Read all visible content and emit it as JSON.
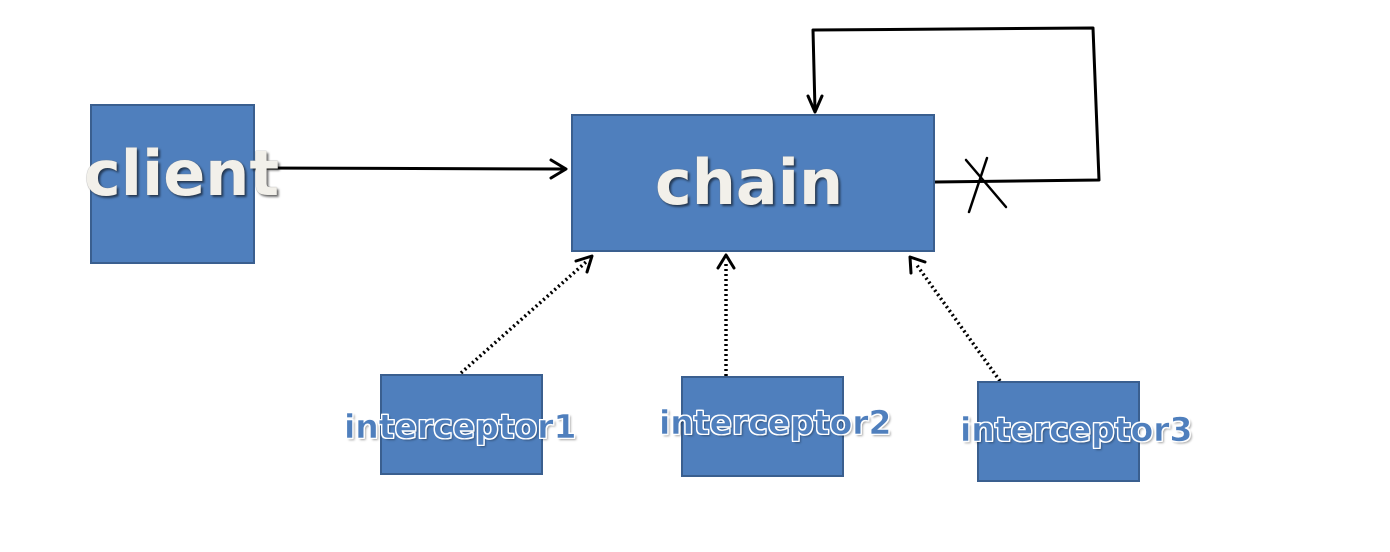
{
  "colors": {
    "box_fill": "#4f7fbd",
    "box_border": "#3a5f8f",
    "line": "#000000",
    "big_label_text": "#f2f0ea",
    "small_label_text": "#4f7fbd"
  },
  "nodes": {
    "client": {
      "label": "client"
    },
    "chain": {
      "label": "chain"
    },
    "interceptor1": {
      "label": "interceptor1"
    },
    "interceptor2": {
      "label": "interceptor2"
    },
    "interceptor3": {
      "label": "interceptor3"
    }
  },
  "edges": [
    {
      "from": "client",
      "to": "chain",
      "style": "solid",
      "arrow": "open"
    },
    {
      "from": "interceptor1",
      "to": "chain",
      "style": "dotted",
      "arrow": "open"
    },
    {
      "from": "interceptor2",
      "to": "chain",
      "style": "dotted",
      "arrow": "open"
    },
    {
      "from": "interceptor3",
      "to": "chain",
      "style": "dotted",
      "arrow": "open"
    },
    {
      "from": "chain",
      "to": "chain",
      "style": "solid",
      "arrow": "open",
      "marker": "cross"
    }
  ]
}
